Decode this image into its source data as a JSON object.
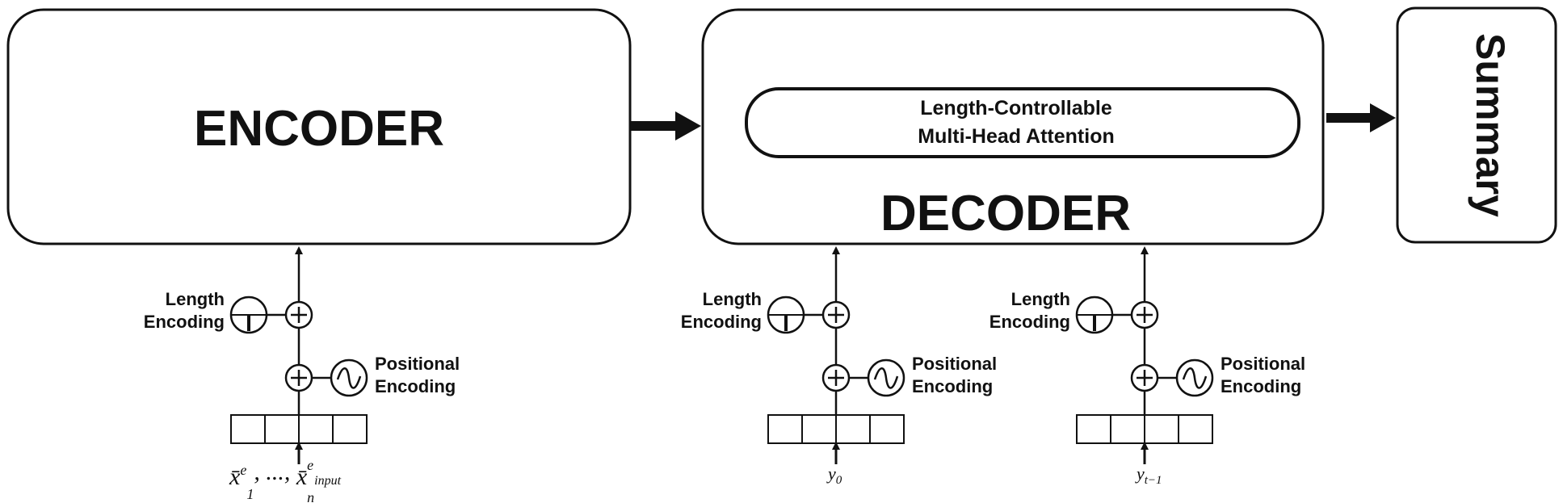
{
  "encoder": {
    "label": "ENCODER"
  },
  "decoder": {
    "label": "DECODER"
  },
  "attention": {
    "line1": "Length-Controllable",
    "line2": "Multi-Head Attention"
  },
  "summary": {
    "label": "Summary"
  },
  "columns": [
    {
      "length_label": [
        "Length",
        "Encoding"
      ],
      "positional_label": [
        "Positional",
        "Encoding"
      ],
      "input": {
        "main": "x̄",
        "sup1": "e",
        "sub1": "1",
        "sep": ", ..., ",
        "main2": "x̄",
        "sup2": "e",
        "sub2": "n",
        "sub2b": "input"
      }
    },
    {
      "length_label": [
        "Length",
        "Encoding"
      ],
      "positional_label": [
        "Positional",
        "Encoding"
      ],
      "input": {
        "main": "y",
        "sub": "0"
      }
    },
    {
      "length_label": [
        "Length",
        "Encoding"
      ],
      "positional_label": [
        "Positional",
        "Encoding"
      ],
      "input": {
        "main": "y",
        "sub": "t−1"
      }
    }
  ]
}
